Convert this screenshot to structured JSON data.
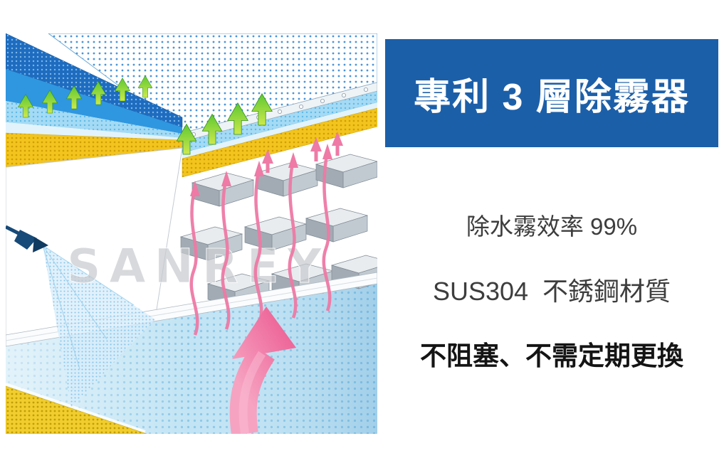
{
  "banner": {
    "title": "專利 3 層除霧器",
    "bg_color": "#1c5fa9",
    "text_color": "#ffffff"
  },
  "features": [
    {
      "text": "除水霧效率 99%"
    },
    {
      "text": "SUS304  不銹鋼材質"
    },
    {
      "text": "不阻塞、不需定期更換"
    }
  ],
  "illustration": {
    "watermark": "SANREY",
    "colors": {
      "layer_blue": "#2f97e0",
      "layer_cyan": "#a4daf4",
      "layer_yellow": "#f2c41d",
      "arrow_green": "#6fcf33",
      "arrow_pink": "#ee6f9e",
      "water_blue": "#c2e4f4"
    }
  }
}
